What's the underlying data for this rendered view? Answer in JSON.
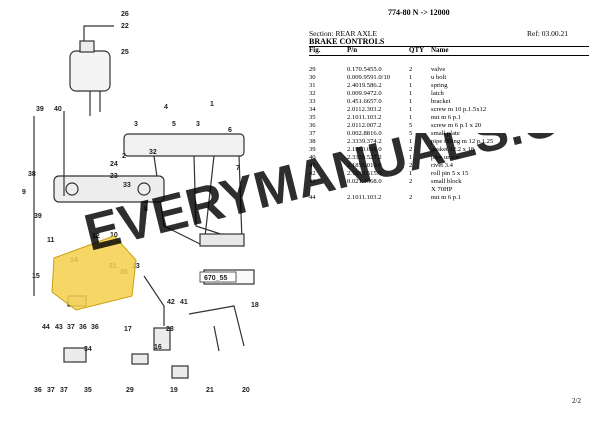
{
  "header": {
    "model": "774-80 N -> 12000",
    "section_label": "Section: REAR AXLE",
    "ref": "Ref: 03.00.21",
    "group_title": "BRAKE CONTROLS"
  },
  "table": {
    "headers": {
      "fig": "Fig.",
      "pn": "P/n",
      "qty": "QTY",
      "name": "Name"
    },
    "rows": [
      {
        "fig": "29",
        "pn": "0.170.5455.0",
        "qty": "2",
        "name": "valve"
      },
      {
        "fig": "30",
        "pn": "0.009.9591.0/10",
        "qty": "1",
        "name": "u bolt"
      },
      {
        "fig": "31",
        "pn": "2.4019.586.2",
        "qty": "1",
        "name": "spring"
      },
      {
        "fig": "32",
        "pn": "0.009.9472.0",
        "qty": "1",
        "name": "latch"
      },
      {
        "fig": "33",
        "pn": "0.451.6657.0",
        "qty": "1",
        "name": "bracket"
      },
      {
        "fig": "34",
        "pn": "2.0112.303.2",
        "qty": "1",
        "name": "screw m 10 p.1.5x12"
      },
      {
        "fig": "35",
        "pn": "2.1011.103.2",
        "qty": "1",
        "name": "nut m 6 p.1"
      },
      {
        "fig": "36",
        "pn": "2.0112.007.2",
        "qty": "5",
        "name": "screw m 6 p.1 x 20"
      },
      {
        "fig": "37",
        "pn": "0.002.8816.0",
        "qty": "5",
        "name": "small plate"
      },
      {
        "fig": "38",
        "pn": "2.3339.374.2",
        "qty": "1",
        "name": "pipe fitting m 12 p.1.25"
      },
      {
        "fig": "39",
        "pn": "2.1560.008.0",
        "qty": "2",
        "name": "gasket 12.2 x 18"
      },
      {
        "fig": "40",
        "pn": "2.3339.527.2",
        "qty": "1",
        "name": "pipe union"
      },
      {
        "fig": "41",
        "pn": "2.1855.010.0",
        "qty": "2",
        "name": "rivet 3.4"
      },
      {
        "fig": "42",
        "pn": "2.1630.515.0",
        "qty": "1",
        "name": "roll pin 5 x 15"
      },
      {
        "fig": "43",
        "pn": "0.021.1668.0",
        "qty": "2",
        "name": "small block"
      },
      {
        "fig": "",
        "pn": "",
        "qty": "",
        "name": "X 70HP"
      },
      {
        "fig": "44",
        "pn": "2.1011.103.2",
        "qty": "2",
        "name": "nut m 6 p.1"
      }
    ]
  },
  "diagram": {
    "callouts": [
      "26",
      "22",
      "25",
      "39",
      "40",
      "4",
      "5",
      "3",
      "6",
      "7",
      "1",
      "3",
      "32",
      "2",
      "24",
      "23",
      "38",
      "9",
      "33",
      "8",
      "39",
      "11",
      "12",
      "10",
      "14",
      "31",
      "30",
      "13",
      "15",
      "44",
      "43",
      "37",
      "36",
      "36",
      "42",
      "41",
      "18",
      "28",
      "34",
      "17",
      "19",
      "16",
      "29",
      "36",
      "37",
      "37",
      "35",
      "21",
      "20"
    ],
    "drawing_ref": "670_55"
  },
  "watermark": {
    "text": "EVERYMANUALS.COM"
  },
  "footer": {
    "page": "2/2"
  }
}
